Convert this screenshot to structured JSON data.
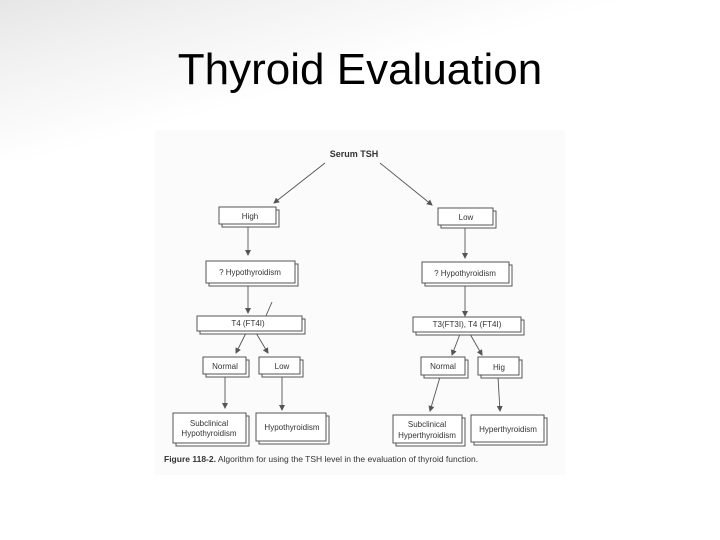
{
  "slide": {
    "title": "Thyroid Evaluation"
  },
  "diagram": {
    "root": "Serum TSH",
    "left": {
      "level1": "High",
      "level2": "? Hypothyroidism",
      "level3": "T4 (FT4I)",
      "level4": [
        "Normal",
        "Low"
      ],
      "level5": [
        [
          "Subclinical",
          "Hypothyroidism"
        ],
        [
          "Hypothyroidism"
        ]
      ]
    },
    "right": {
      "level1": "Low",
      "level2": "? Hypothyroidism",
      "level3": "T3(FT3I), T4 (FT4I)",
      "level4": [
        "Normal",
        "Hig"
      ],
      "level5": [
        [
          "Subclinical",
          "Hyperthyroidism"
        ],
        [
          "Hyperthyroidism"
        ]
      ]
    },
    "caption": {
      "label": "Figure 118-2.",
      "text": "Algorithm for using the TSH level in the evaluation of thyroid function."
    }
  }
}
